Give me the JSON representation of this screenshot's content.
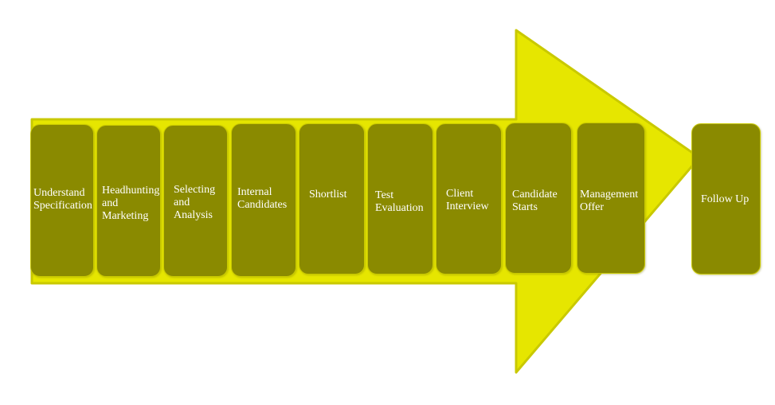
{
  "diagram": {
    "arrow_fill": "#e6e600",
    "arrow_stroke": "#c9c900",
    "box_fill": "#8a8a00",
    "text_color": "#ffffff",
    "steps": [
      {
        "id": "understand-specification",
        "label": "Understand\nSpecification"
      },
      {
        "id": "headhunting-and-marketing",
        "label": "Headhunting\nand\nMarketing"
      },
      {
        "id": "selecting-and-analysis",
        "label": "Selecting\nand\nAnalysis"
      },
      {
        "id": "internal-candidates",
        "label": "Internal\nCandidates"
      },
      {
        "id": "shortlist",
        "label": "Shortlist"
      },
      {
        "id": "test-evaluation",
        "label": "Test\nEvaluation"
      },
      {
        "id": "client-interview",
        "label": "Client\nInterview"
      },
      {
        "id": "candidate-starts",
        "label": "Candidate\nStarts"
      },
      {
        "id": "management-offer",
        "label": "Management\nOffer"
      },
      {
        "id": "follow-up",
        "label": "Follow Up"
      }
    ]
  }
}
